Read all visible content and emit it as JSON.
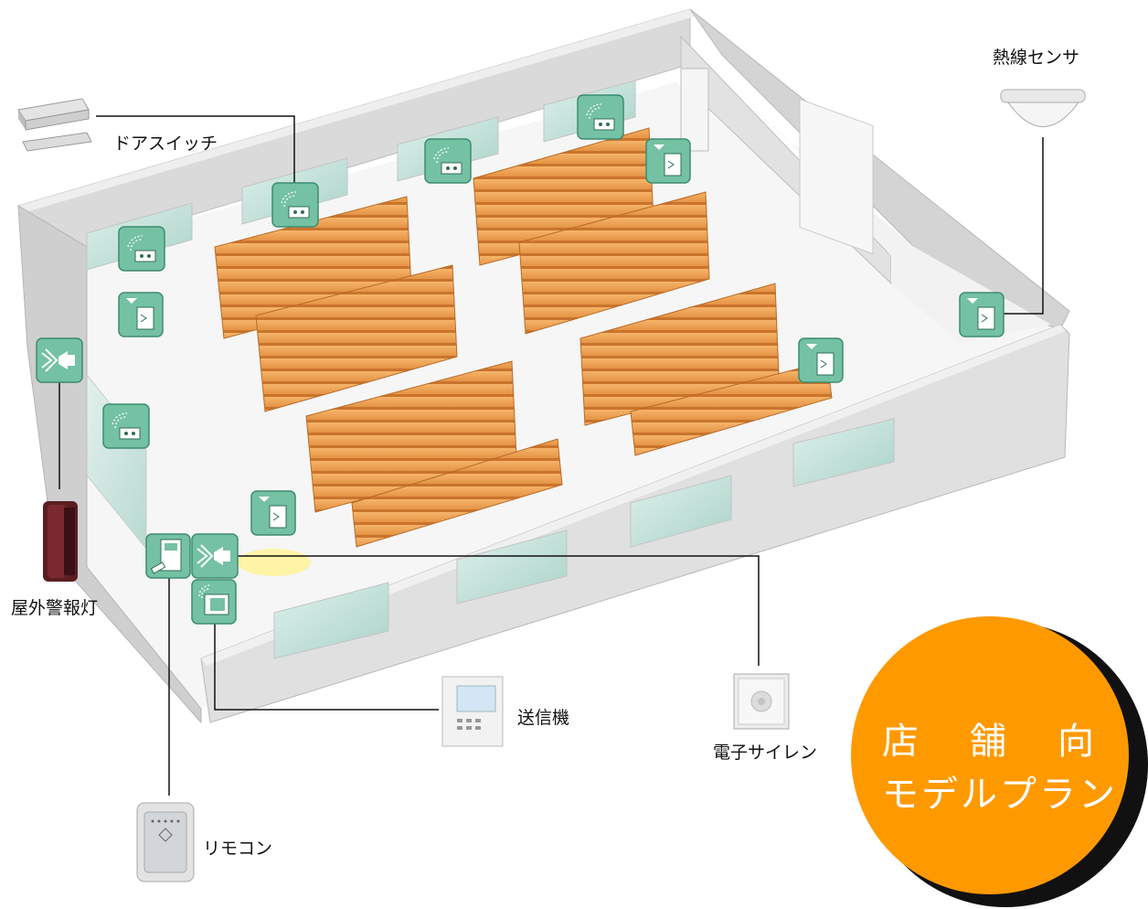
{
  "diagram": {
    "labels": {
      "door_switch": "ドアスイッチ",
      "heat_sensor": "熱線センサ",
      "outdoor_alarm_light": "屋外警報灯",
      "transmitter": "送信機",
      "electronic_siren": "電子サイレン",
      "remote_control": "リモコン"
    },
    "badge": {
      "line1": "店　舗　向",
      "line2": "モデルプラン",
      "color": "#ff9900"
    },
    "colors": {
      "icon_fill": "#74c1a4",
      "shelf": "#f0a050",
      "wall": "#d8d8d8",
      "floor": "#f4f4f4"
    }
  }
}
